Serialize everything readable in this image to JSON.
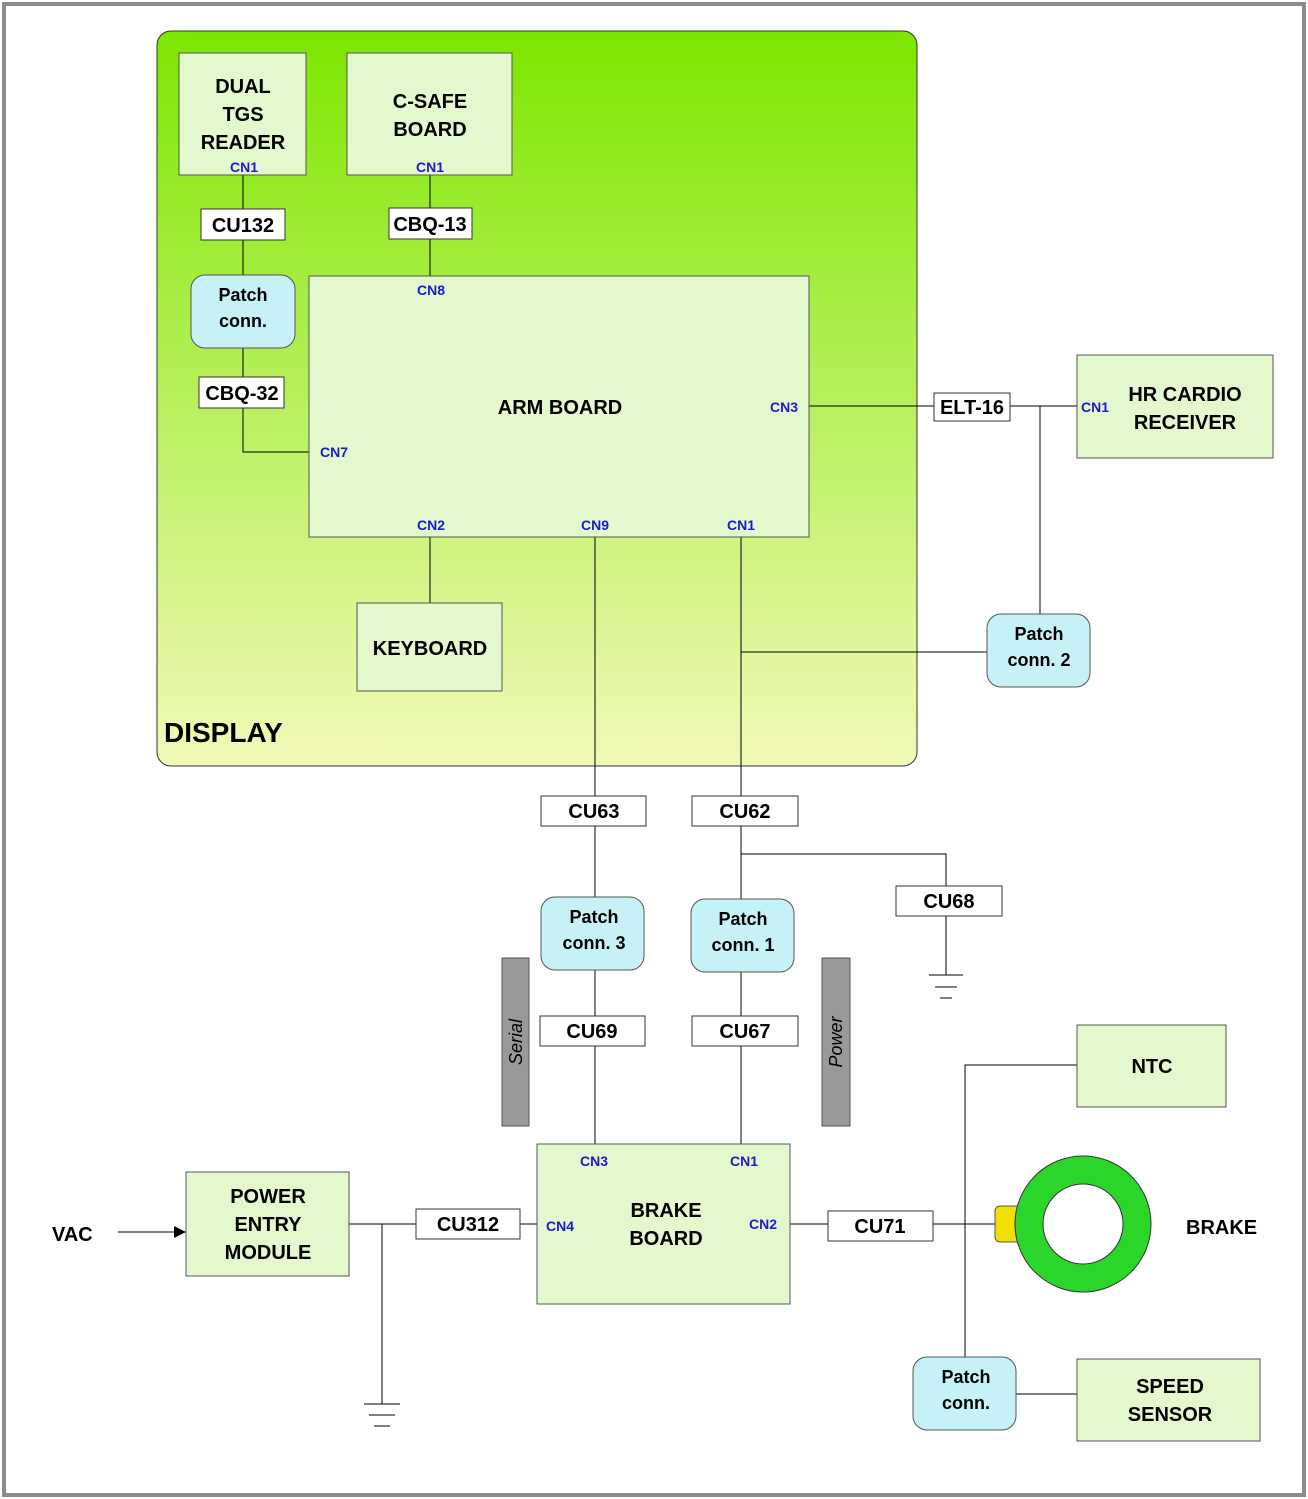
{
  "display_label": "DISPLAY",
  "boards": {
    "dual_tgs": [
      "DUAL",
      "TGS",
      "READER"
    ],
    "c_safe": [
      "C-SAFE",
      "BOARD"
    ],
    "arm_board": "ARM BOARD",
    "keyboard": "KEYBOARD",
    "hr_cardio": [
      "HR CARDIO",
      "RECEIVER"
    ],
    "power_entry": [
      "POWER",
      "ENTRY",
      "MODULE"
    ],
    "brake_board": [
      "BRAKE",
      "BOARD"
    ],
    "ntc": "NTC",
    "speed_sensor": [
      "SPEED",
      "SENSOR"
    ],
    "brake": "BRAKE",
    "vac": "VAC"
  },
  "patches": {
    "p_tgs": [
      "Patch",
      "conn."
    ],
    "p2": [
      "Patch",
      "conn. 2"
    ],
    "p3": [
      "Patch",
      "conn.  3"
    ],
    "p1": [
      "Patch",
      "conn. 1"
    ],
    "p_speed": [
      "Patch",
      "conn."
    ]
  },
  "cables": {
    "cu132": "CU132",
    "cbq13": "CBQ-13",
    "cbq32": "CBQ-32",
    "elt16": "ELT-16",
    "cu63": "CU63",
    "cu62": "CU62",
    "cu68": "CU68",
    "cu69": "CU69",
    "cu67": "CU67",
    "cu312": "CU312",
    "cu71": "CU71"
  },
  "connectors": {
    "tgs_cn1": "CN1",
    "csafe_cn1": "CN1",
    "arm_cn8": "CN8",
    "arm_cn7": "CN7",
    "arm_cn3": "CN3",
    "arm_cn2": "CN2",
    "arm_cn9": "CN9",
    "arm_cn1": "CN1",
    "hr_cn1": "CN1",
    "brake_cn3": "CN3",
    "brake_cn1": "CN1",
    "brake_cn4": "CN4",
    "brake_cn2": "CN2"
  },
  "bars": {
    "serial": "Serial",
    "power": "Power"
  },
  "colors": {
    "display_gradient_top": "#7de600",
    "display_gradient_bottom": "#f2f9b8",
    "board_fill": "#e3f8cc",
    "patch_fill": "#c6f2f7",
    "brake_ring": "#2bd62b",
    "brake_tab": "#f0e000",
    "connector_text": "#1a1ad0",
    "bar_fill": "#999999"
  }
}
